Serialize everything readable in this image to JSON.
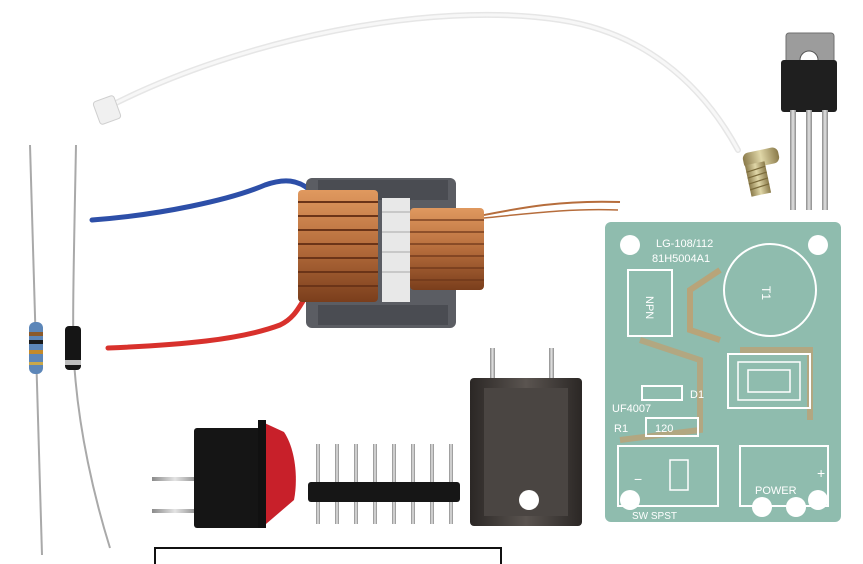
{
  "photo": {
    "colors": {
      "background": "#ffffff",
      "pcb": "#8fbcae",
      "pcb_trace": "#c99a63",
      "copper_wire": "#b66d3c",
      "blue_wire": "#2d4fa8",
      "red_wire": "#d8312c",
      "transformer_body": "#5b5d63",
      "heatsink": "#3d3a38",
      "switch_red": "#c8202a",
      "zip_tie": "#f2f2f2"
    },
    "pcb_labels": {
      "model": "LG-108/112",
      "code": "81H5004A1",
      "transformer": "T1",
      "transistor": "NPN",
      "diode_ref": "D1",
      "diode_part": "UF4007",
      "resistor_ref": "R1",
      "resistor_value": "120",
      "switch": "SW SPST",
      "power": "POWER",
      "minus": "−",
      "plus": "+"
    },
    "components": [
      "zip-tie",
      "npn-transistor",
      "mounting-screw",
      "resistor",
      "diode",
      "high-voltage-transformer",
      "rocker-switch",
      "pin-header",
      "heatsink",
      "pcb"
    ]
  }
}
